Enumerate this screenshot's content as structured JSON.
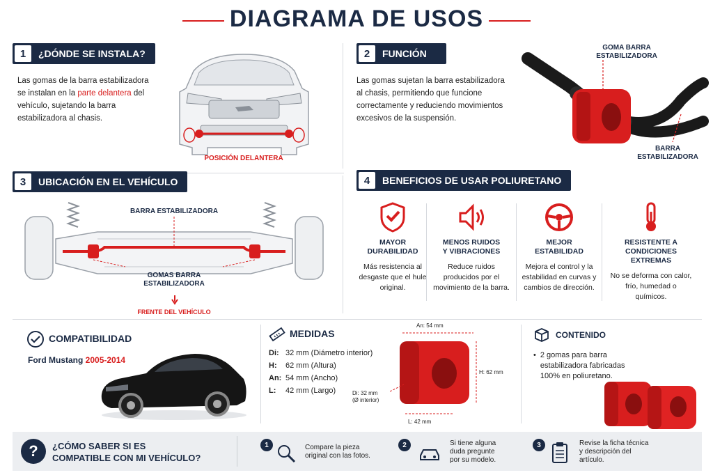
{
  "title": "DIAGRAMA DE USOS",
  "section1": {
    "num": "1",
    "heading": "¿DÓNDE SE INSTALA?",
    "text_before": "Las gomas de la barra estabilizadora se instalan en la ",
    "text_highlight": "parte delantera",
    "text_after": " del vehículo, sujetando la barra estabilizadora al chasis.",
    "caption": "POSICIÓN DELANTERA"
  },
  "section2": {
    "num": "2",
    "heading": "FUNCIÓN",
    "text": "Las gomas sujetan la barra estabilizadora al chasis, permitiendo que funcione correctamente y reduciendo movimientos excesivos de la suspensión.",
    "label_bushing": "GOMA BARRA\nESTABILIZADORA",
    "label_bar": "BARRA\nESTABILIZADORA"
  },
  "section3": {
    "num": "3",
    "heading": "UBICACIÓN EN EL VEHÍCULO",
    "label_bar": "BARRA ESTABILIZADORA",
    "label_bushings": "GOMAS BARRA\nESTABILIZADORA",
    "label_front": "FRENTE DEL VEHÍCULO"
  },
  "section4": {
    "num": "4",
    "heading": "BENEFICIOS DE USAR POLIURETANO",
    "benefits": [
      {
        "icon": "shield-icon",
        "title": "MAYOR\nDURABILIDAD",
        "desc": "Más resistencia al desgaste que el hule original."
      },
      {
        "icon": "speaker-icon",
        "title": "MENOS RUIDOS\nY VIBRACIONES",
        "desc": "Reduce ruidos producidos por el movimiento de la barra."
      },
      {
        "icon": "steering-wheel-icon",
        "title": "MEJOR\nESTABILIDAD",
        "desc": "Mejora el control y la estabilidad en curvas y cambios de dirección."
      },
      {
        "icon": "thermometer-icon",
        "title": "RESISTENTE A\nCONDICIONES\nEXTREMAS",
        "desc": "No se deforma con calor, frío, humedad o químicos."
      }
    ]
  },
  "compat": {
    "heading": "COMPATIBILIDAD",
    "model": "Ford Mustang ",
    "years": "2005-2014"
  },
  "measures": {
    "heading": "MEDIDAS",
    "rows": [
      {
        "key": "Di:",
        "val": "32 mm (Diámetro interior)"
      },
      {
        "key": "H:",
        "val": "62 mm (Altura)"
      },
      {
        "key": "An:",
        "val": "54 mm (Ancho)"
      },
      {
        "key": "L:",
        "val": "42 mm (Largo)"
      }
    ],
    "dim_an": "An: 54 mm",
    "dim_h": "H: 62 mm",
    "dim_di": "Di: 32 mm\n(Ø interior)",
    "dim_l": "L: 42 mm"
  },
  "content": {
    "heading": "CONTENIDO",
    "item": "2 gomas para barra estabilizadora fabricadas 100% en poliuretano."
  },
  "faq": {
    "question": "¿CÓMO SABER SI ES\nCOMPATIBLE CON MI VEHÍCULO?",
    "steps": [
      {
        "num": "1",
        "icon": "magnifier-icon",
        "text": "Compare la pieza\noriginal con las fotos."
      },
      {
        "num": "2",
        "icon": "car-icon",
        "text": "Si tiene alguna\nduda pregunte\npor su modelo."
      },
      {
        "num": "3",
        "icon": "clipboard-icon",
        "text": "Revise la ficha técnica\ny descripción del\nartículo."
      }
    ]
  },
  "colors": {
    "navy": "#1b2a44",
    "red": "#d81e1e",
    "gray_bar": "#eceef1"
  }
}
